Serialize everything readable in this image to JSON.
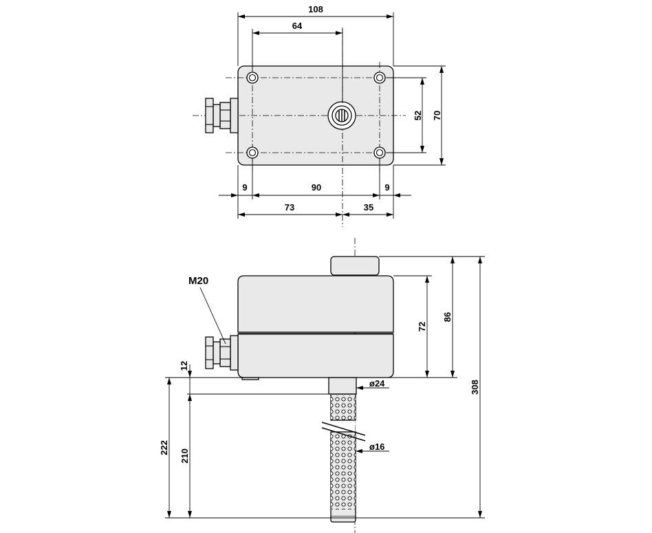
{
  "top_view": {
    "dimensions": {
      "overall_width": "108",
      "hole_to_center": "64",
      "hole_spacing_vertical": "52",
      "overall_height": "70",
      "left_margin": "9",
      "hole_spacing_horizontal": "90",
      "right_margin": "9",
      "left_to_center": "73",
      "center_to_right": "35"
    }
  },
  "side_view": {
    "thread_label": "M20",
    "dimensions": {
      "housing_height": "72",
      "height_with_knob": "86",
      "total_height": "308",
      "collar_height": "12",
      "probe_length_total": "222",
      "probe_length": "210",
      "collar_diameter": "ø24",
      "probe_diameter": "ø16"
    }
  }
}
